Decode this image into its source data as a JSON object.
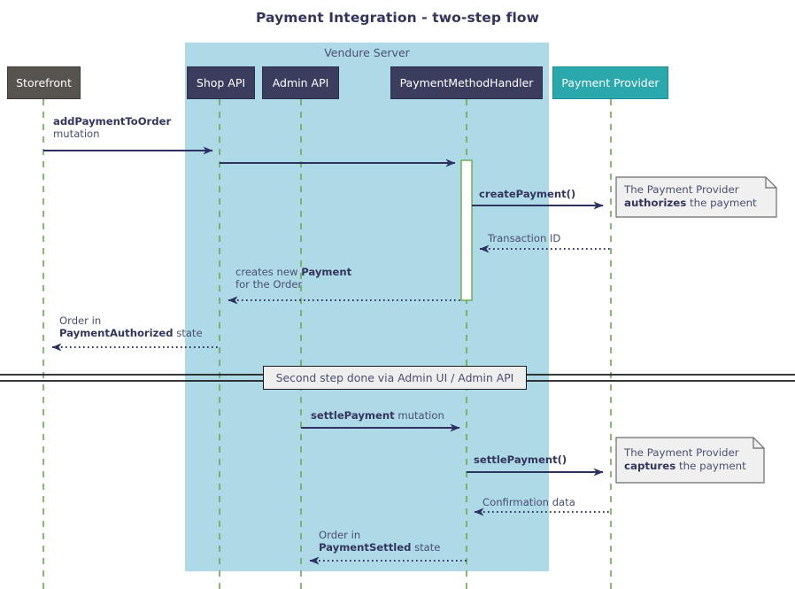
{
  "diagram": {
    "title": "Payment Integration - two-step flow",
    "type": "sequence-diagram",
    "colors": {
      "group_fill": "#aed9e6",
      "participant_dark": "#3b3d5e",
      "participant_grey": "#57534e",
      "participant_teal": "#2aa8ac",
      "lifeline": "#6aa84f",
      "arrow": "#33355c",
      "note_fill": "#f0f0f0",
      "text": "#4a4f72"
    }
  },
  "group": {
    "label": "Vendure Server"
  },
  "participants": [
    {
      "id": "storefront",
      "label": "Storefront",
      "style": "grey"
    },
    {
      "id": "shop-api",
      "label": "Shop API",
      "style": "dark"
    },
    {
      "id": "admin-api",
      "label": "Admin API",
      "style": "dark"
    },
    {
      "id": "handler",
      "label": "PaymentMethodHandler",
      "style": "dark"
    },
    {
      "id": "provider",
      "label": "Payment Provider",
      "style": "teal"
    }
  ],
  "messages": [
    {
      "id": "add-payment-to-order",
      "from": "storefront",
      "to": "shop-api",
      "line": "solid",
      "direction": "right",
      "label_bold": "addPaymentToOrder",
      "label_rest": "mutation",
      "two_line": true
    },
    {
      "id": "shop-api-to-handler",
      "from": "shop-api",
      "to": "handler",
      "line": "solid",
      "direction": "right",
      "label_bold": "",
      "label_rest": ""
    },
    {
      "id": "create-payment",
      "from": "handler",
      "to": "provider",
      "line": "solid",
      "direction": "right",
      "label_bold": "createPayment()",
      "label_rest": ""
    },
    {
      "id": "transaction-id",
      "from": "provider",
      "to": "handler",
      "line": "dotted",
      "direction": "left",
      "label_bold": "",
      "label_rest": "Transaction ID"
    },
    {
      "id": "creates-new-payment",
      "from": "handler",
      "to": "shop-api",
      "line": "dotted",
      "direction": "left",
      "label_line1_pre": "creates new ",
      "label_line1_bold": "Payment",
      "label_line2": "for the Order"
    },
    {
      "id": "order-payment-authorized",
      "from": "shop-api",
      "to": "storefront",
      "line": "dotted",
      "direction": "left",
      "label_line1_pre": "Order in",
      "label_line2_bold": "PaymentAuthorized",
      "label_line2_rest": " state"
    },
    {
      "id": "settle-payment-mutation",
      "from": "admin-api",
      "to": "handler",
      "line": "solid",
      "direction": "right",
      "label_bold": "settlePayment",
      "label_rest": " mutation"
    },
    {
      "id": "settle-payment-call",
      "from": "handler",
      "to": "provider",
      "line": "solid",
      "direction": "right",
      "label_bold": "settlePayment()",
      "label_rest": ""
    },
    {
      "id": "confirmation-data",
      "from": "provider",
      "to": "handler",
      "line": "dotted",
      "direction": "left",
      "label_bold": "",
      "label_rest": "Confirmation data"
    },
    {
      "id": "order-payment-settled",
      "from": "handler",
      "to": "admin-api",
      "line": "dotted",
      "direction": "left",
      "label_line1_pre": "Order in",
      "label_line2_bold": "PaymentSettled",
      "label_line2_rest": " state"
    }
  ],
  "notes": [
    {
      "id": "note-authorizes",
      "line1": "The Payment Provider",
      "line2_bold": "authorizes",
      "line2_rest": " the payment"
    },
    {
      "id": "note-captures",
      "line1": "The Payment Provider",
      "line2_bold": "captures",
      "line2_rest": " the payment"
    }
  ],
  "divider": {
    "label": "Second step done via Admin UI / Admin API"
  }
}
